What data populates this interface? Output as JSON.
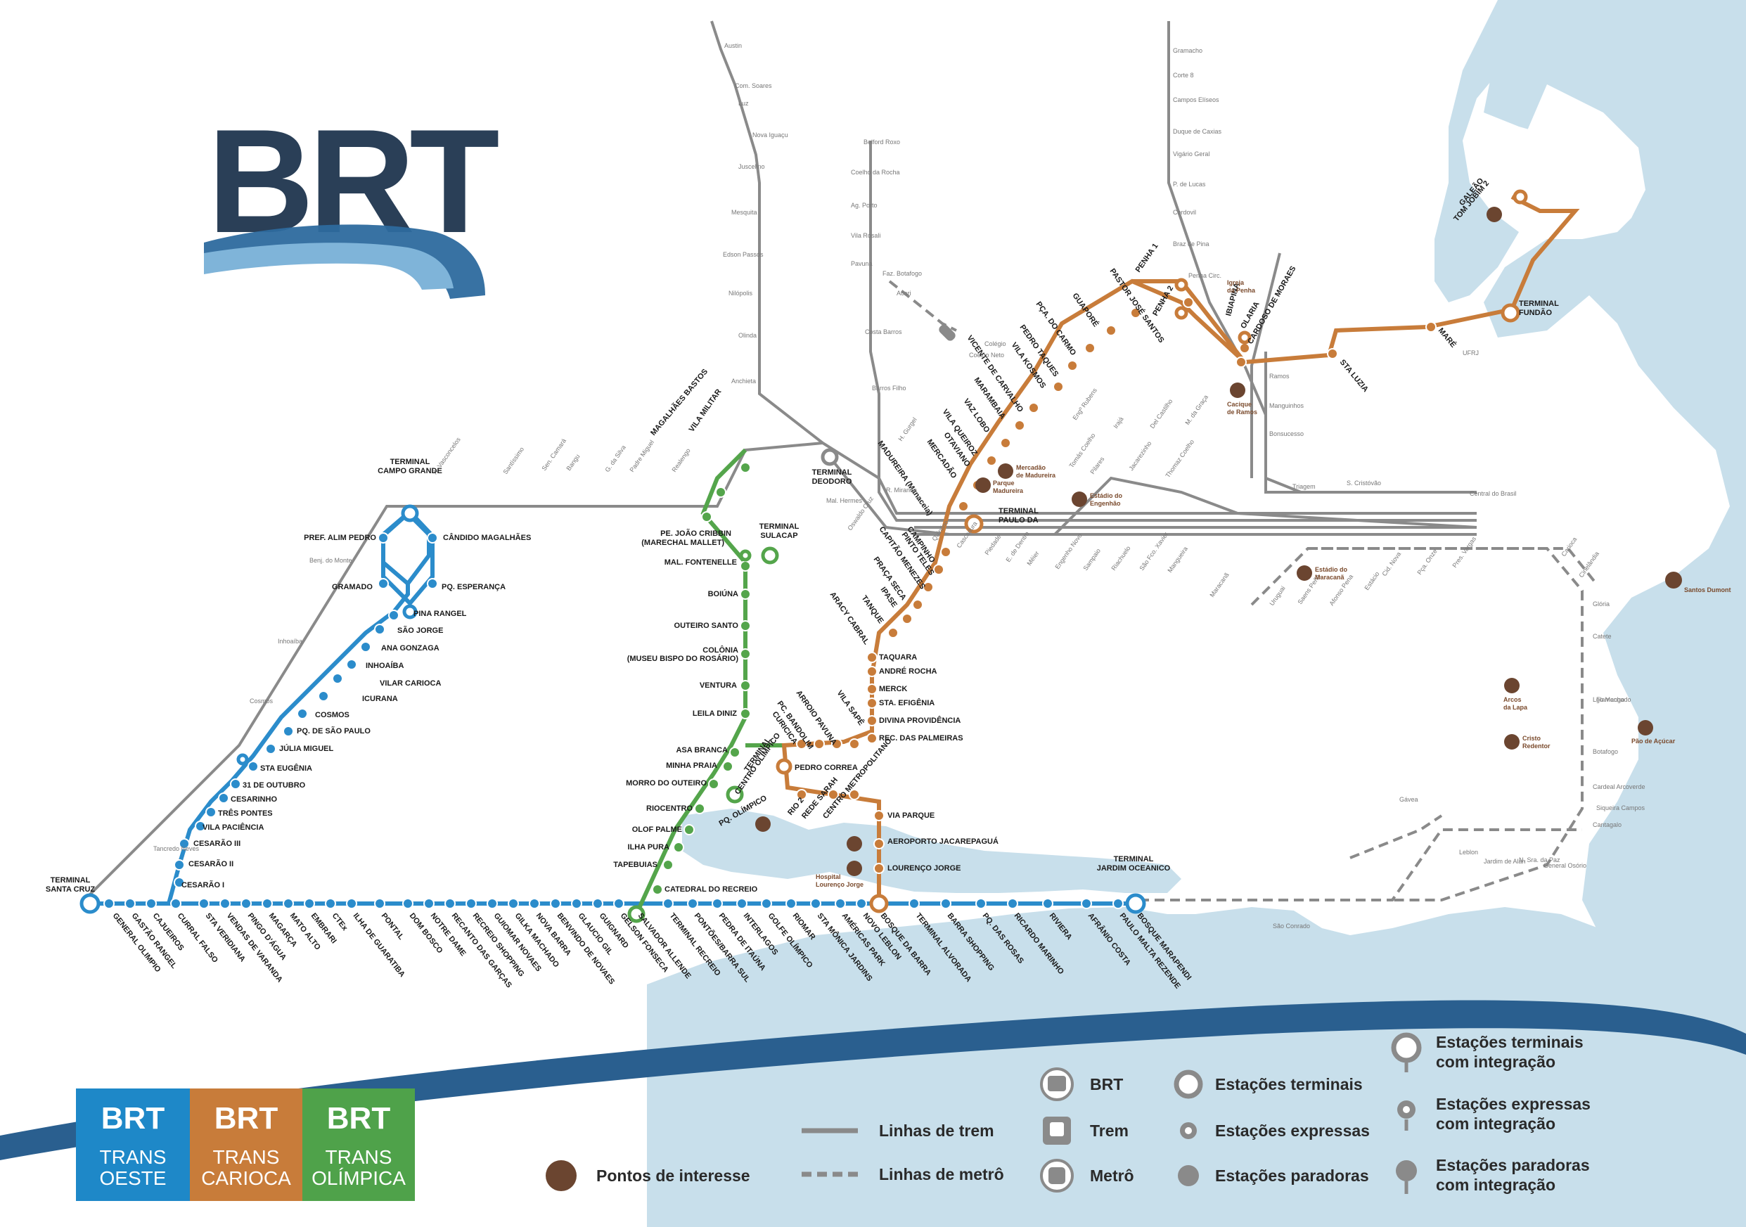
{
  "logo": {
    "text": "BRT",
    "color": "#2a3f57"
  },
  "colors": {
    "transoeste": "#2b8ccb",
    "transcarioca": "#c87c3a",
    "transolimpica": "#54a54b",
    "train": "#8a8a8a",
    "water": "#c8dfeb",
    "poi": "#6b4530",
    "swoosh": "#2a5f8f"
  },
  "badges": [
    {
      "brt": "BRT",
      "line1": "TRANS",
      "line2": "OESTE",
      "color": "#1e88c8"
    },
    {
      "brt": "BRT",
      "line1": "TRANS",
      "line2": "CARIOCA",
      "color": "#c87c3a"
    },
    {
      "brt": "BRT",
      "line1": "TRANS",
      "line2": "OLÍMPICA",
      "color": "#4fa24a"
    }
  ],
  "legend": {
    "poi": "Pontos de interesse",
    "train_lines": "Linhas de trem",
    "metro_lines": "Linhas de metrô",
    "brt": "BRT",
    "trem": "Trem",
    "metro": "Metrô",
    "terminal": "Estações terminais",
    "express": "Estações expressas",
    "stopping": "Estações paradoras",
    "terminal_int_1": "Estações terminais",
    "terminal_int_2": "com integração",
    "express_int_1": "Estações expressas",
    "express_int_2": "com integração",
    "stopping_int_1": "Estações paradoras",
    "stopping_int_2": "com integração"
  },
  "terminals": [
    {
      "l1": "TERMINAL",
      "l2": "CAMPO GRANDE"
    },
    {
      "l1": "TERMINAL",
      "l2": "SANTA CRUZ"
    },
    {
      "l1": "TERMINAL",
      "l2": "SULACAP"
    },
    {
      "l1": "TERMINAL",
      "l2": "DEODORO"
    },
    {
      "l1": "TERMINAL",
      "l2": "PAULO DA"
    },
    {
      "l1": "TERMINAL",
      "l2": "JARDIM OCEANICO"
    },
    {
      "l1": "TERMINAL",
      "l2": "FUNDÃO"
    },
    {
      "l1": "GALEÃO",
      "l2": "TOM JOBIM 2"
    },
    {
      "l1": "TERMINAL",
      "l2": "CENTRO OLÍMPICO"
    }
  ],
  "stations_transoeste_vertical": [
    "PREF. ALIM PEDRO",
    "CÂNDIDO MAGALHÃES",
    "GRAMADO",
    "PQ. ESPERANÇA",
    "PINA RANGEL",
    "SÃO JORGE",
    "ANA GONZAGA",
    "INHOAÍBA",
    "VILAR CARIOCA",
    "ICURANA",
    "COSMOS",
    "PQ. DE SÃO PAULO",
    "JÚLIA MIGUEL",
    "STA EUGÊNIA",
    "31 DE OUTUBRO",
    "CESARINHO",
    "TRÊS PONTES",
    "VILA PACIÊNCIA",
    "CESARÃO III",
    "CESARÃO II",
    "CESARÃO I"
  ],
  "stations_transoeste_bottom": [
    "GENERAL OLIMPIO",
    "GASTÃO RANGEL",
    "CAJUEIROS",
    "CURRAL FALSO",
    "STA VERIDIANA",
    "VENDAS DE VARANDA",
    "PINGO D'ÁGUA",
    "MAGARÇA",
    "MATO ALTO",
    "EMBRARI",
    "CTEx",
    "ILHA DE GUARATIBA",
    "PONTAL",
    "DOM BOSCO",
    "NOTRE DAME",
    "RECANTO DAS GARÇAS",
    "RECREIO SHOPPING",
    "GUIOMAR NOVAES",
    "GILKA MACHADO",
    "NOVA BARRA",
    "BENVINDO DE NOVAES",
    "GLAUCIO GIL",
    "GUIGNARD",
    "GELSON FONSECA",
    "SALVADOR ALLENDE",
    "TERMINAL RECREIO",
    "PONTÕES/BARRA SUL",
    "PEDRA DE ITAÚNA",
    "INTERLAGOS",
    "GOLFE OLÍMPICO",
    "RIOMAR",
    "STA MÔNICA JARDINS",
    "AMÉRICAS PARK",
    "NOVO LEBLON",
    "BOSQUE DA BARRA",
    "TERMINAL ALVORADA",
    "BARRA SHOPPING",
    "PQ. DAS ROSAS",
    "RICARDO MARINHO",
    "RIVIERA",
    "AFRÂNIO COSTA",
    "PAULO MALTA REZENDE",
    "BOSQUE MARAPENDI"
  ],
  "stations_transolimpica": [
    "VILA MILITAR",
    "MAGALHÃES BASTOS",
    "PE. JOÃO CRIBBIN",
    "(MARECHAL MALLET)",
    "MAL. FONTENELLE",
    "BOIÚNA",
    "OUTEIRO SANTO",
    "COLÔNIA",
    "(MUSEU BISPO DO ROSÁRIO)",
    "VENTURA",
    "LEILA DINIZ",
    "ASA BRANCA",
    "MINHA PRAIA",
    "MORRO DO OUTEIRO",
    "RIOCENTRO",
    "OLOF PALME",
    "ILHA PURA",
    "TAPEBUIAS",
    "CATEDRAL DO RECREIO"
  ],
  "stations_transcarioca": [
    "MARÉ",
    "STA LUZIA",
    "CARDOSO DE MORAES",
    "OLARIA",
    "IBIAPINA",
    "PENHA 1",
    "PENHA 2",
    "PASTOR JOSÉ SANTOS",
    "GUAPORÉ",
    "PÇA. DO CARMO",
    "PEDRO TAQUES",
    "VILA KOSMOS",
    "VICENTE DE CARVALHO",
    "MARAMBAIA",
    "VAZ LOBO",
    "VILA QUEIROZ",
    "OTAVIANO",
    "MERCADÃO",
    "MADUREIRA (Manaceia)",
    "CAMPINHO",
    "PINTO TELES",
    "CAPITÃO MENEZES",
    "PRAÇA SECA",
    "IPASE",
    "TANQUE",
    "ARACY CABRAL",
    "TAQUARA",
    "ANDRÉ ROCHA",
    "MERCK",
    "STA. EFIGÊNIA",
    "DIVINA PROVIDÊNCIA",
    "REC. DAS PALMEIRAS",
    "VILA SAPÊ",
    "ARROIO PAVUNA",
    "PC. BANDOLIM",
    "CURICICA",
    "PEDRO CORREA",
    "PQ. OLÍMPICO",
    "RIO 2",
    "REDE SARAH",
    "CENTRO METROPOLITANO",
    "VIA PARQUE",
    "AEROPORTO JACAREPAGUÁ",
    "LOURENÇO JORGE"
  ],
  "train_stations": [
    "Austin",
    "Com. Soares",
    "Luz",
    "Nova Iguaçu",
    "Juscelino",
    "Mesquita",
    "Edson Passos",
    "Nilópolis",
    "Olinda",
    "Anchieta",
    "Belford Roxo",
    "Coelho da Rocha",
    "Ag. Porto",
    "Vila Rosali",
    "Pavuna",
    "Faz. Botafogo",
    "Acari",
    "Costa Barros",
    "Coelho Neto",
    "Colégio",
    "Barros Filho",
    "Gramacho",
    "Corte 8",
    "Campos Elíseos",
    "Duque de Caxias",
    "Vigário Geral",
    "P. de Lucas",
    "Cordovil",
    "Braz de Pina",
    "Penha Circ.",
    "Ramos",
    "Manguinhos",
    "Bonsucesso",
    "UFRJ",
    "Triagem",
    "S. Cristóvão",
    "Central do Brasil",
    "Mal. Hermes",
    "R. Miranda",
    "H. Gurgel",
    "Oswaldo Cruz",
    "Quintino",
    "Cascadura",
    "Piedade",
    "E. de Dentro",
    "Méier",
    "Engenho Novo",
    "Sampaio",
    "Riachuelo",
    "São Fco. Xavier",
    "Mangueira",
    "Maracanã",
    "Uruguai",
    "Saens Peña",
    "Afonso Pena",
    "Estácio",
    "Cid. Nova",
    "Pça. Onze",
    "Pres. Vargas",
    "Carioca",
    "Cinelândia",
    "Glória",
    "Catete",
    "Lgo Machado",
    "Flamengo",
    "Botafogo",
    "Cardeal Arcoverde",
    "Siqueira Campos",
    "Cantagalo",
    "Gávea",
    "Leblon",
    "Jardim de Alah",
    "N. Sra. da Paz",
    "General Osório",
    "São Conrado",
    "A. Vasconcelos",
    "Santíssimo",
    "Sen. Camará",
    "Bangu",
    "G. da Silva",
    "Padre Miguel",
    "Realengo",
    "Benj. do Monte",
    "Inhoaíba",
    "Cosmos",
    "Tancredo Neves",
    "Engº Rubens",
    "Irajá",
    "Del Castilho",
    "M. da Graça",
    "Tomás Coelho",
    "Pilares",
    "Jacarezinho",
    "Thomaz Coelho"
  ],
  "pois": [
    {
      "l1": "Mercadão",
      "l2": "de Madureira"
    },
    {
      "l1": "Parque",
      "l2": "Madureira"
    },
    {
      "l1": "Estádio do",
      "l2": "Engenhão"
    },
    {
      "l1": "Estádio do",
      "l2": "Maracanã"
    },
    {
      "l1": "Cacique",
      "l2": "de Ramos"
    },
    {
      "l1": "Igreja",
      "l2": "da Penha"
    },
    {
      "l1": "Santos Dumont",
      "l2": ""
    },
    {
      "l1": "Arcos",
      "l2": "da Lapa"
    },
    {
      "l1": "Cristo",
      "l2": "Redentor"
    },
    {
      "l1": "Pão de Açúcar",
      "l2": ""
    },
    {
      "l1": "Hospital",
      "l2": "Lourenço Jorge"
    }
  ]
}
